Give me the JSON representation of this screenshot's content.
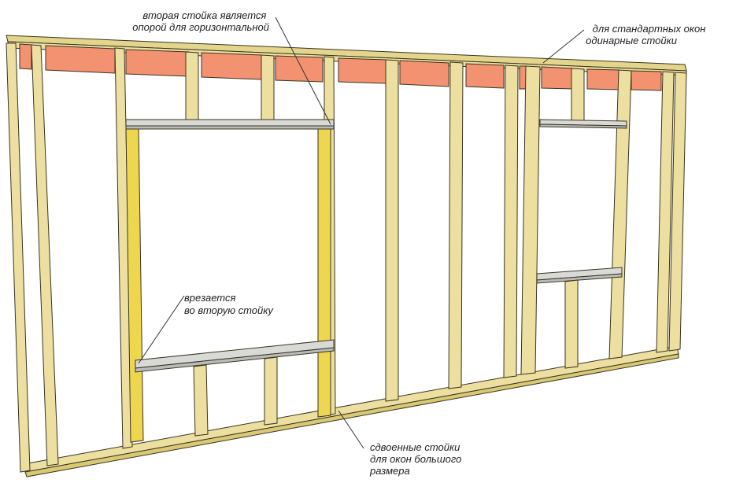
{
  "colors": {
    "stud_face": "#ecdfa0",
    "stud_side": "#e2d072",
    "stud_yellow": "#eed64f",
    "stud_edge": "#3a3422",
    "blocking": "#f39271",
    "header_face": "#d8dad6",
    "header_side": "#b9bcb8",
    "leader": "#333333"
  },
  "annotations": [
    {
      "id": "second-stud",
      "lines": [
        "вторая стойка является",
        "опорой для горизонтальной"
      ]
    },
    {
      "id": "standard-windows",
      "lines": [
        "для стандартных окон",
        "одинарные стойки"
      ]
    },
    {
      "id": "cut-into",
      "lines": [
        "врезается",
        "во вторую стойку"
      ]
    },
    {
      "id": "doubled-studs",
      "lines": [
        "сдвоенные стойки",
        "для окон большого",
        "размера"
      ]
    }
  ]
}
